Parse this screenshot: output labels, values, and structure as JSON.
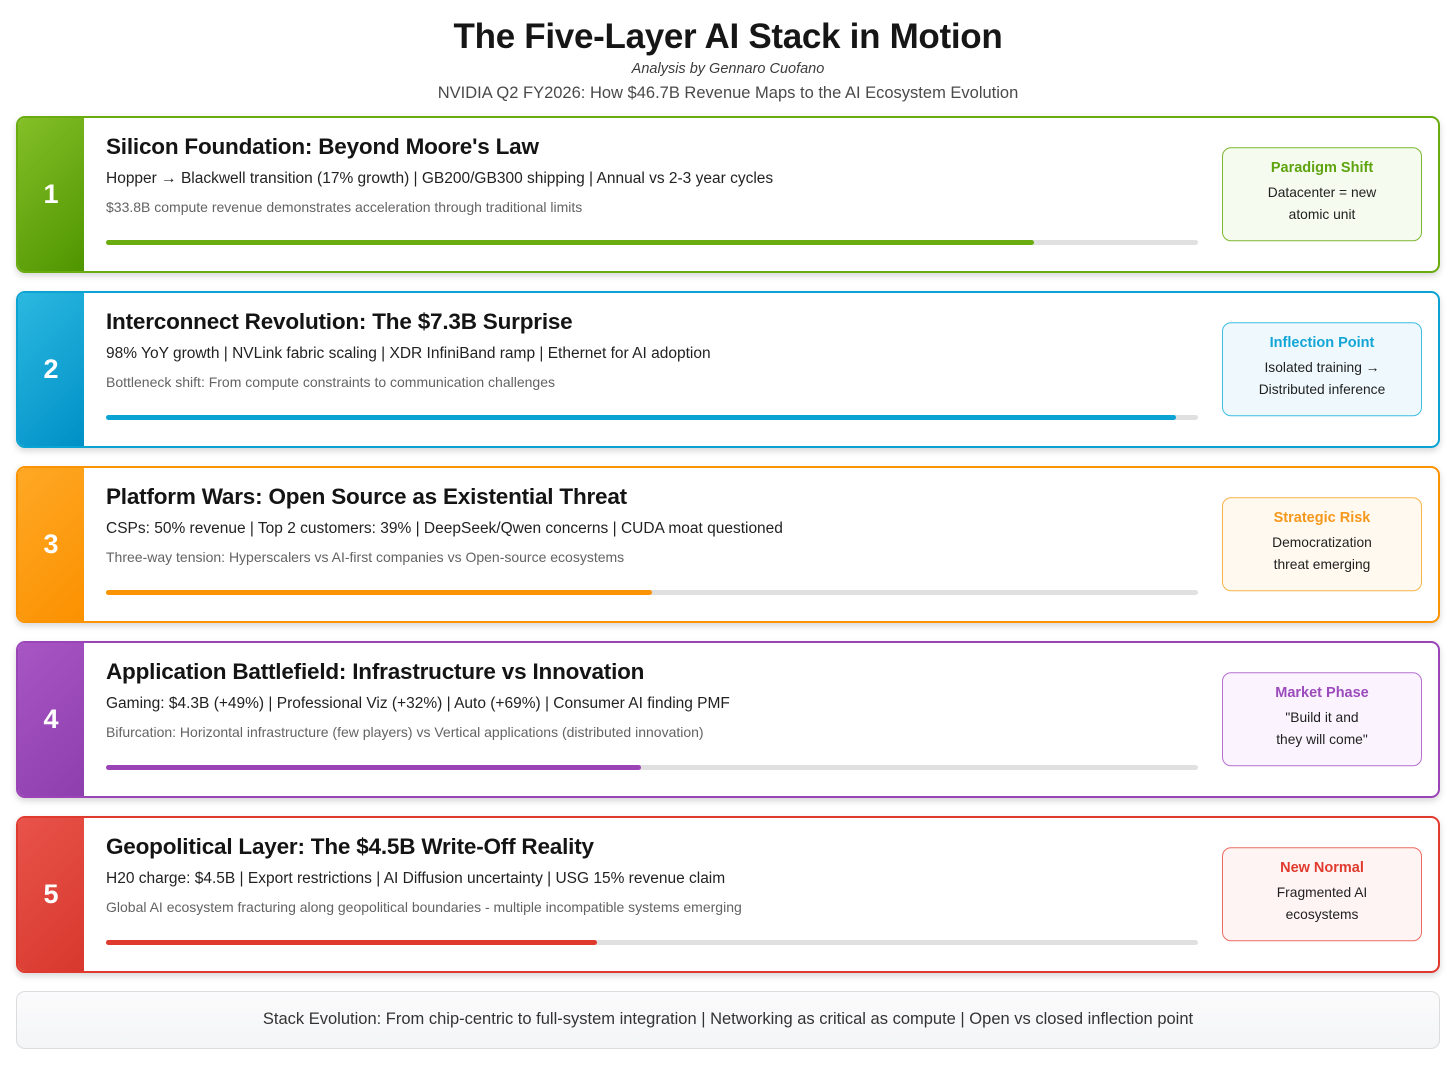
{
  "header": {
    "title": "The Five-Layer AI Stack in Motion",
    "byline": "Analysis by Gennaro Cuofano",
    "subtitle": "NVIDIA Q2 FY2026: How $46.7B Revenue Maps to the AI Ecosystem Evolution"
  },
  "layers": [
    {
      "number": "1",
      "title": "Silicon Foundation: Beyond Moore's Law",
      "metrics": "Hopper → Blackwell transition (17% growth) | GB200/GB300 shipping | Annual vs 2-3 year cycles",
      "insight": "$33.8B compute revenue demonstrates acceleration through traditional limits",
      "progress": 85,
      "color": "#6aab10",
      "color_dark": "#4f9500",
      "color_light": "#84bf27",
      "badge": {
        "title": "Paradigm Shift",
        "line1": "Datacenter = new",
        "line2": "atomic unit",
        "title_color": "#5fa40f",
        "border_color": "#7cb82f",
        "bg": "#f6fbf0"
      }
    },
    {
      "number": "2",
      "title": "Interconnect Revolution: The $7.3B Surprise",
      "metrics": "98% YoY growth | NVLink fabric scaling | XDR InfiniBand ramp | Ethernet for AI adoption",
      "insight": "Bottleneck shift: From compute constraints to communication challenges",
      "progress": 98,
      "color": "#0aa3d4",
      "color_dark": "#0090c6",
      "color_light": "#2bb8e0",
      "badge": {
        "title": "Inflection Point",
        "line1": "Isolated training →",
        "line2": "Distributed inference",
        "title_color": "#12a5d6",
        "border_color": "#3dbde2",
        "bg": "#eff9fd"
      }
    },
    {
      "number": "3",
      "title": "Platform Wars: Open Source as Existential Threat",
      "metrics": "CSPs: 50% revenue | Top 2 customers: 39% | DeepSeek/Qwen concerns | CUDA moat questioned",
      "insight": "Three-way tension: Hyperscalers vs AI-first companies vs Open-source ecosystems",
      "progress": 50,
      "color": "#fb9302",
      "color_dark": "#fb9100",
      "color_light": "#ffa825",
      "badge": {
        "title": "Strategic Risk",
        "line1": "Democratization",
        "line2": "threat emerging",
        "title_color": "#f5981c",
        "border_color": "#f8b44a",
        "bg": "#fff9ef"
      }
    },
    {
      "number": "4",
      "title": "Application Battlefield: Infrastructure vs Innovation",
      "metrics": "Gaming: $4.3B (+49%) | Professional Viz (+32%) | Auto (+69%) | Consumer AI finding PMF",
      "insight": "Bifurcation: Horizontal infrastructure (few players) vs Vertical applications (distributed innovation)",
      "progress": 49,
      "color": "#9b44b8",
      "color_dark": "#8e3fae",
      "color_light": "#a855c4",
      "badge": {
        "title": "Market Phase",
        "line1": "\"Build it and",
        "line2": "they will come\"",
        "title_color": "#9c4bbd",
        "border_color": "#b471cf",
        "bg": "#fbf3fd"
      }
    },
    {
      "number": "5",
      "title": "Geopolitical Layer: The $4.5B Write-Off Reality",
      "metrics": "H20 charge: $4.5B | Export restrictions | AI Diffusion uncertainty | USG 15% revenue claim",
      "insight": "Global AI ecosystem fracturing along geopolitical boundaries - multiple incompatible systems emerging",
      "progress": 45,
      "color": "#e03a2f",
      "color_dark": "#d8382d",
      "color_light": "#e8534a",
      "badge": {
        "title": "New Normal",
        "line1": "Fragmented AI",
        "line2": "ecosystems",
        "title_color": "#e03a2f",
        "border_color": "#ec6b61",
        "bg": "#fef4f3"
      }
    }
  ],
  "footer": {
    "text": "Stack Evolution: From chip-centric to full-system integration | Networking as critical as compute | Open vs closed inflection point"
  }
}
